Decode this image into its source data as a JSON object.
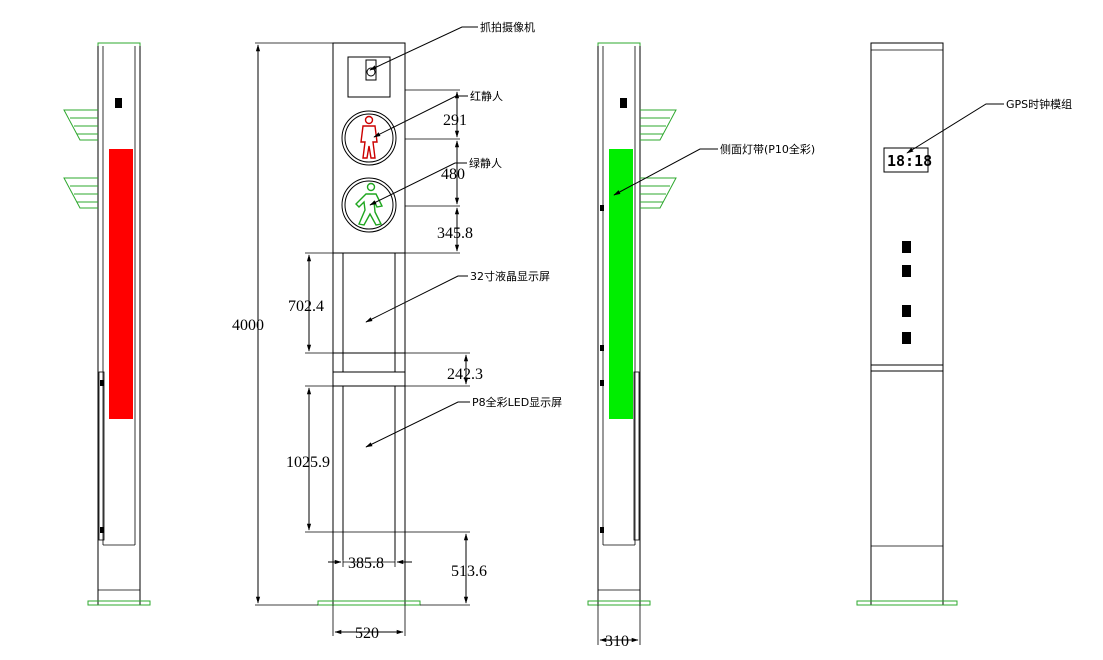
{
  "annotations": {
    "camera": "抓拍摄像机",
    "red_man": "红静人",
    "green_man": "绿静人",
    "side_light_strip": "侧面灯带(P10全彩)",
    "lcd_screen": "32寸液晶显示屏",
    "led_screen": "P8全彩LED显示屏",
    "gps_clock": "GPS时钟模组"
  },
  "dimensions": {
    "total_height": "4000",
    "red_section": "291",
    "green_section": "480",
    "below_signals": "345.8",
    "lcd_height": "702.4",
    "gap_height": "242.3",
    "led_height": "1025.9",
    "base_height": "513.6",
    "inner_width": "385.8",
    "front_width": "520",
    "side_width": "310"
  },
  "clock_display": "18:18",
  "colors": {
    "red_strip": "#ff0000",
    "green_strip": "#00ee00",
    "outline_green": "#2ea82e",
    "red_figure": "#cc0000",
    "green_figure": "#1fa61f"
  }
}
